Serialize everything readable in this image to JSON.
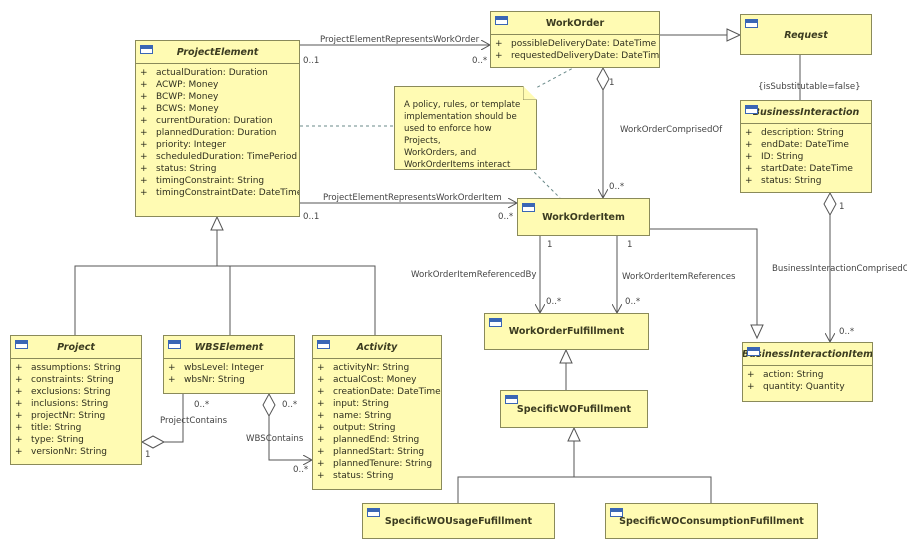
{
  "classes": {
    "project_element": {
      "name": "ProjectElement",
      "attrs": [
        "actualDuration: Duration",
        "ACWP: Money",
        "BCWP: Money",
        "BCWS: Money",
        "currentDuration: Duration",
        "plannedDuration: Duration",
        "priority: Integer",
        "scheduledDuration: TimePeriod",
        "status: String",
        "timingConstraint: String",
        "timingConstraintDate: DateTime"
      ]
    },
    "work_order": {
      "name": "WorkOrder",
      "attrs": [
        "possibleDeliveryDate: DateTime",
        "requestedDeliveryDate: DateTime"
      ]
    },
    "request": {
      "name": "Request",
      "attrs": []
    },
    "business_interaction": {
      "name": "BusinessInteraction",
      "attrs": [
        "description: String",
        "endDate: DateTime",
        "ID: String",
        "startDate: DateTime",
        "status: String"
      ]
    },
    "work_order_item": {
      "name": "WorkOrderItem",
      "attrs": []
    },
    "work_order_fulfillment": {
      "name": "WorkOrderFulfillment",
      "attrs": []
    },
    "specific_wo_fufillment": {
      "name": "SpecificWOFufillment",
      "attrs": []
    },
    "specific_wo_usage": {
      "name": "SpecificWOUsageFufillment",
      "attrs": []
    },
    "specific_wo_consumption": {
      "name": "SpecificWOConsumptionFufillment",
      "attrs": []
    },
    "business_interaction_item": {
      "name": "BusinessInteractionItem",
      "attrs": [
        "action: String",
        "quantity: Quantity"
      ]
    },
    "project": {
      "name": "Project",
      "attrs": [
        "assumptions: String",
        "constraints: String",
        "exclusions: String",
        "inclusions: String",
        "projectNr: String",
        "title: String",
        "type: String",
        "versionNr: String"
      ]
    },
    "wbs_element": {
      "name": "WBSElement",
      "attrs": [
        "wbsLevel: Integer",
        "wbsNr: String"
      ]
    },
    "activity": {
      "name": "Activity",
      "attrs": [
        "activityNr: String",
        "actualCost: Money",
        "creationDate: DateTime",
        "input: String",
        "name: String",
        "output: String",
        "plannedEnd: String",
        "plannedStart: String",
        "plannedTenure: String",
        "status: String"
      ]
    }
  },
  "visibility_marker": "+",
  "note": {
    "lines": [
      "A policy, rules, or template",
      "implementation should be",
      "used to enforce how Projects,",
      "WorkOrders, and",
      "WorkOrderItems interact"
    ]
  },
  "labels": {
    "pe_wo_assoc": "ProjectElementRepresentsWorkOrder",
    "pe_wo_mult_left": "0..1",
    "pe_wo_mult_right": "0..*",
    "pe_woi_assoc": "ProjectElementRepresentsWorkOrderItem",
    "pe_woi_mult_left": "0..1",
    "pe_woi_mult_right": "0..*",
    "wo_comprised": "WorkOrderComprisedOf",
    "wo_comprised_mult_top": "1",
    "wo_comprised_mult_bottom": "0..*",
    "is_substitutable": "{isSubstitutable=false}",
    "bi_comprised": "BusinessInteractionComprisedOf",
    "bi_comprised_mult_top": "1",
    "bi_comprised_mult_bottom": "0..*",
    "woi_referenced_by": "WorkOrderItemReferencedBy",
    "woi_referenced_by_mult_top": "1",
    "woi_referenced_by_mult_bottom": "0..*",
    "woi_references": "WorkOrderItemReferences",
    "woi_references_mult_top": "1",
    "woi_references_mult_bottom": "0..*",
    "project_contains": "ProjectContains",
    "project_contains_mult_top": "0..*",
    "project_contains_mult_bottom": "1",
    "wbs_contains": "WBSContains",
    "wbs_contains_mult_top": "0..*",
    "wbs_contains_mult_bottom": "0..*"
  },
  "colors": {
    "class_fill": "#fffbb3",
    "class_border": "#8a8a5a",
    "icon": "#3a66b5",
    "line": "#555555",
    "dashed": "#6a8a8a"
  }
}
